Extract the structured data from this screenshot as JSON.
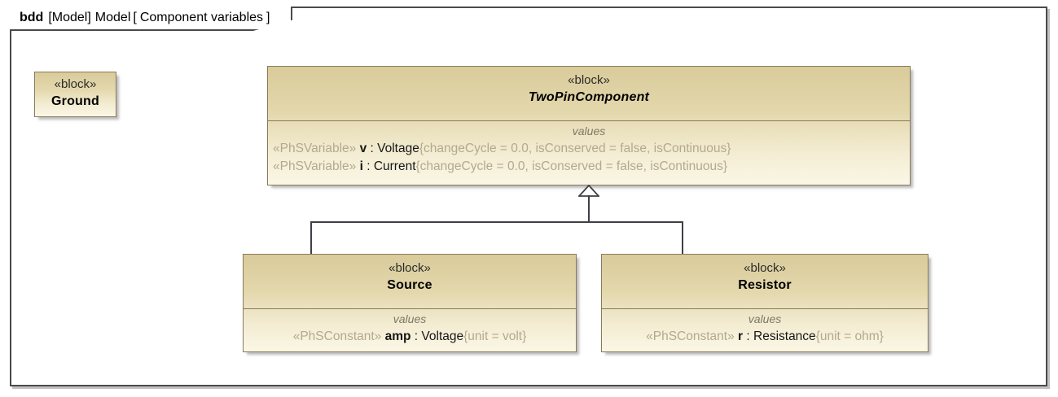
{
  "diagram": {
    "header": {
      "kind": "bdd",
      "scope": "[Model]",
      "model": "Model",
      "bracket_open": "[",
      "name": "Component variables",
      "bracket_close": "]"
    },
    "compartment_title": "values",
    "stereotype_block": "«block»",
    "colors": {
      "block_fill_top": "#d9cb9a",
      "block_fill_bottom": "#fbf7e6",
      "block_border": "#8a7a5c",
      "frame_border": "#4a4a4a",
      "connector": "#3f3f46",
      "muted_text": "#b3a98e",
      "compartment_label": "#7d7768"
    },
    "blocks": [
      {
        "id": "ground",
        "stereotype": "«block»",
        "name": "Ground",
        "abstract": false,
        "values": []
      },
      {
        "id": "twopincomponent",
        "stereotype": "«block»",
        "name": "TwoPinComponent",
        "abstract": true,
        "compartment_title": "values",
        "values": [
          {
            "stereotype": "«PhSVariable»",
            "property": "v",
            "separator": " : ",
            "type": "Voltage",
            "constraint": "{changeCycle = 0.0, isConserved = false, isContinuous}"
          },
          {
            "stereotype": "«PhSVariable»",
            "property": "i",
            "separator": " : ",
            "type": "Current",
            "constraint": "{changeCycle = 0.0, isConserved = false, isContinuous}"
          }
        ]
      },
      {
        "id": "source",
        "stereotype": "«block»",
        "name": "Source",
        "abstract": false,
        "compartment_title": "values",
        "values": [
          {
            "stereotype": "«PhSConstant»",
            "property": "amp",
            "separator": " : ",
            "type": "Voltage",
            "constraint": "{unit = volt}"
          }
        ]
      },
      {
        "id": "resistor",
        "stereotype": "«block»",
        "name": "Resistor",
        "abstract": false,
        "compartment_title": "values",
        "values": [
          {
            "stereotype": "«PhSConstant»",
            "property": "r",
            "separator": " : ",
            "type": "Resistance",
            "constraint": "{unit = ohm}"
          }
        ]
      }
    ],
    "relationships": [
      {
        "type": "generalization",
        "source": "Source",
        "target": "TwoPinComponent"
      },
      {
        "type": "generalization",
        "source": "Resistor",
        "target": "TwoPinComponent"
      }
    ]
  }
}
